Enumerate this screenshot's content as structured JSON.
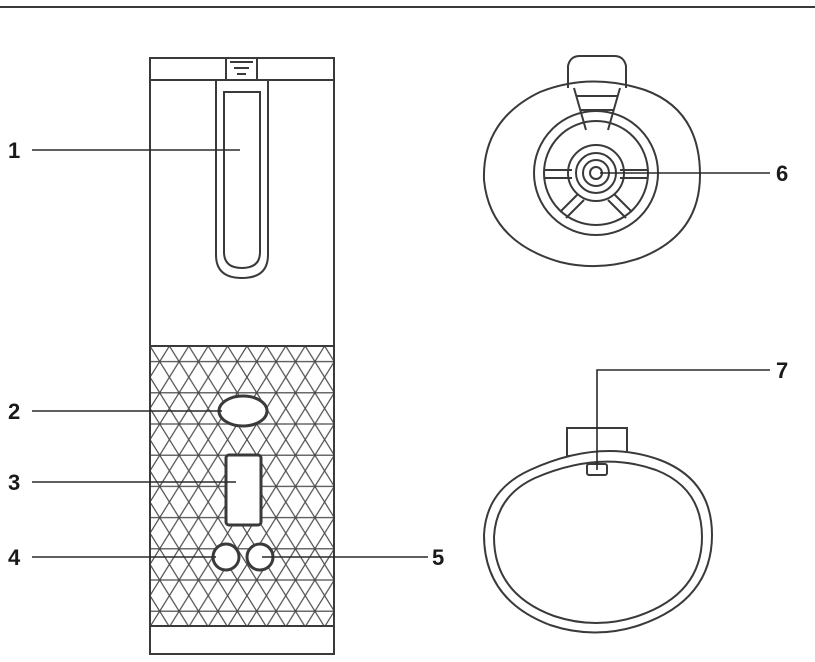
{
  "diagram": {
    "colors": {
      "line": "#3a3a3a",
      "background": "#ffffff"
    },
    "callouts": [
      {
        "number": "1",
        "target": "hair-chamber-slot"
      },
      {
        "number": "2",
        "target": "power-button"
      },
      {
        "number": "3",
        "target": "display-screen"
      },
      {
        "number": "4",
        "target": "left-control-button"
      },
      {
        "number": "5",
        "target": "right-control-button"
      },
      {
        "number": "6",
        "target": "rotating-barrel-center"
      },
      {
        "number": "7",
        "target": "charging-port"
      }
    ]
  }
}
